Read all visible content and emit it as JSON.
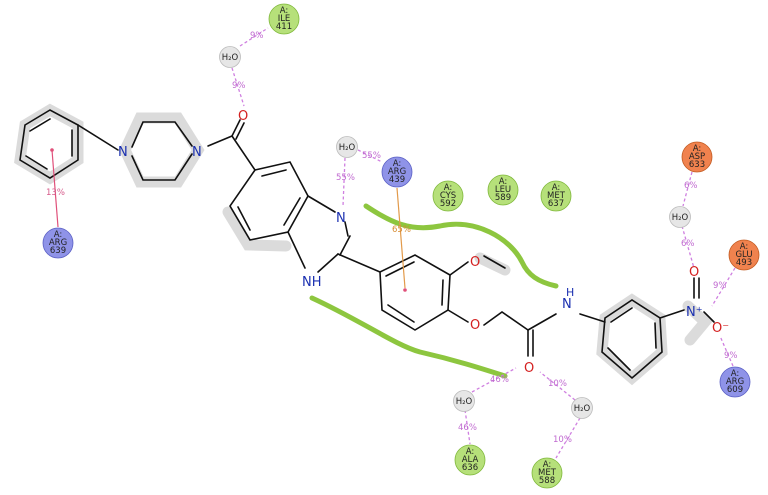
{
  "colors": {
    "hydrophobic": "#b6e07a",
    "positive": "#8f93e8",
    "negative": "#f0824e",
    "water": "#e6e6e6",
    "hbond": "#cf7fe0",
    "pocket": "#8dc63f"
  },
  "residues": [
    {
      "key": "ile411",
      "chain": "A:",
      "name": "ILE",
      "num": "411",
      "type": "hydrophobic"
    },
    {
      "key": "arg639",
      "chain": "A:",
      "name": "ARG",
      "num": "639",
      "type": "positive"
    },
    {
      "key": "arg439",
      "chain": "A:",
      "name": "ARG",
      "num": "439",
      "type": "positive"
    },
    {
      "key": "cys592",
      "chain": "A:",
      "name": "CYS",
      "num": "592",
      "type": "hydrophobic"
    },
    {
      "key": "leu589",
      "chain": "A:",
      "name": "LEU",
      "num": "589",
      "type": "hydrophobic"
    },
    {
      "key": "met637",
      "chain": "A:",
      "name": "MET",
      "num": "637",
      "type": "hydrophobic"
    },
    {
      "key": "asp633",
      "chain": "A:",
      "name": "ASP",
      "num": "633",
      "type": "negative"
    },
    {
      "key": "glu493",
      "chain": "A:",
      "name": "GLU",
      "num": "493",
      "type": "negative"
    },
    {
      "key": "arg609",
      "chain": "A:",
      "name": "ARG",
      "num": "609",
      "type": "positive"
    },
    {
      "key": "ala636",
      "chain": "A:",
      "name": "ALA",
      "num": "636",
      "type": "hydrophobic"
    },
    {
      "key": "met588",
      "chain": "A:",
      "name": "MET",
      "num": "588",
      "type": "hydrophobic"
    }
  ],
  "water_label": "H₂O",
  "atoms": {
    "N": "N",
    "NH": "NH",
    "O": "O",
    "H": "H",
    "nitro_n": "N⁺",
    "nitro_o": "O⁻"
  },
  "percentages": {
    "ile_water": "9%",
    "water_chain": "9%",
    "arg639_pi": "13%",
    "arg439_water": "55%",
    "water_n": "55%",
    "arg439_pi": "65%",
    "asp_water": "6%",
    "water_nitro": "6%",
    "glu_nitro": "9%",
    "arg609_nitro": "9%",
    "water_o_left": "46%",
    "water_ala": "46%",
    "water_o_right": "10%",
    "water_met588": "10%"
  }
}
